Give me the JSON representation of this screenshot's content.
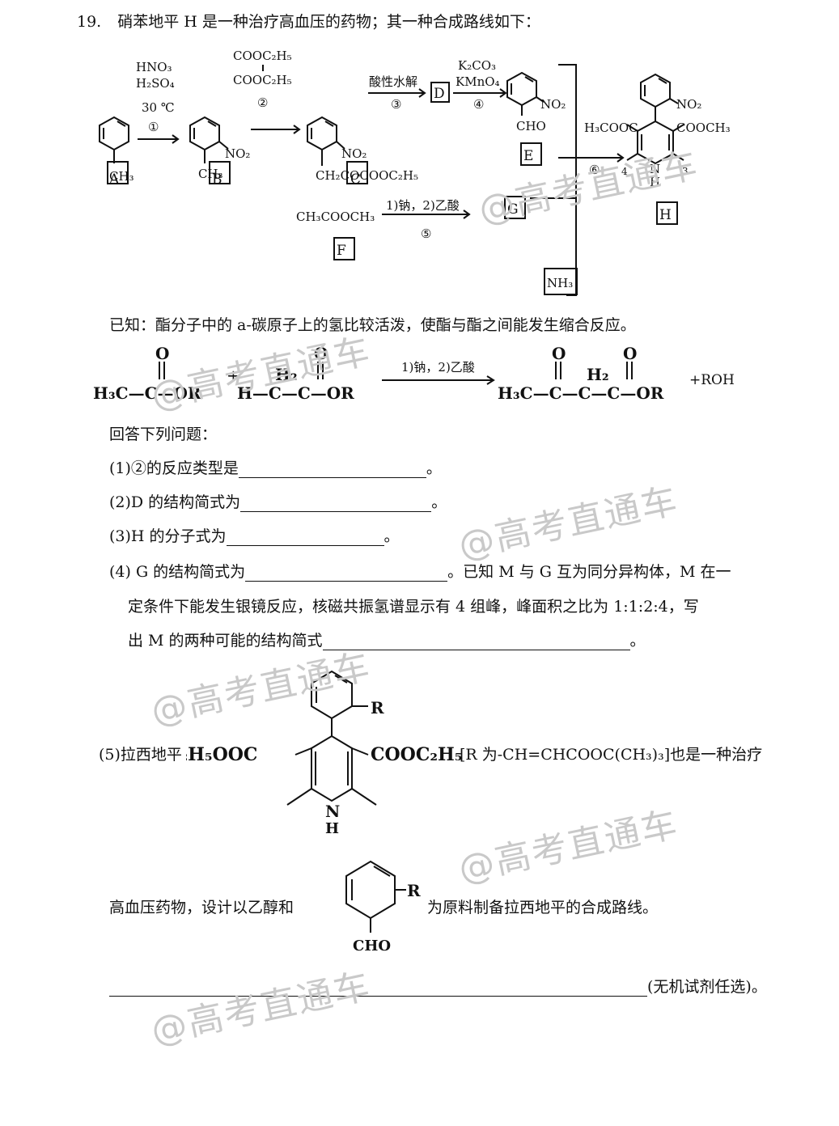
{
  "question": {
    "number": "19.",
    "stem": "硝苯地平 H 是一种治疗高血压的药物；其一种合成路线如下："
  },
  "scheme": {
    "labels": {
      "A": "A",
      "B": "B",
      "C": "C",
      "D": "D",
      "E": "E",
      "F": "F",
      "G": "G",
      "H": "H",
      "NH3": "NH₃"
    },
    "reagents": {
      "step1_top": "HNO₃",
      "step1_mid": "H₂SO₄",
      "step1_bot": "30 ℃",
      "step1_num": "①",
      "step2_top": "COOC₂H₅",
      "step2_mid": "COOC₂H₅",
      "step2_num": "②",
      "step3_top": "酸性水解",
      "step3_num": "③",
      "step4_top": "K₂CO₃",
      "step4_mid": "KMnO₄",
      "step4_num": "④",
      "step5_top": "1)钠，2)乙酸",
      "step5_num": "⑤",
      "step6_num": "⑥"
    },
    "compounds": {
      "A_sub": "CH₃",
      "B_sub": "CH₃",
      "B_no2": "NO₂",
      "C_no2": "NO₂",
      "C_sub": "CH₂COCOOC₂H₅",
      "E_no2": "NO₂",
      "E_sub": "CHO",
      "F_formula": "CH₃COOCH₃",
      "H_no2": "NO₂",
      "H_left": "H₃COOC",
      "H_right": "COOCH₃",
      "H_n": "N",
      "H_h": "H",
      "H_num4": "4",
      "H_num3": "3"
    }
  },
  "known": {
    "text": "已知：酯分子中的 a-碳原子上的氢比较活泼，使酯与酯之间能发生缩合反应。",
    "r1": "H₃C—C—OR",
    "plus": "+",
    "r2": "H—C—C—OR",
    "h2": "H₂",
    "o": "O",
    "conditions": "1)钠，2)乙酸",
    "product": "H₃C—C—C—C—OR",
    "byproduct": "+ROH"
  },
  "prompt": "回答下列问题：",
  "q1": {
    "pre": "(1)②的反应类型是",
    "post": "。"
  },
  "q2": {
    "pre": "(2)D 的结构简式为",
    "post": "。"
  },
  "q3": {
    "pre": "(3)H 的分子式为",
    "post": "。"
  },
  "q4": {
    "pre": "(4) G 的结构简式为",
    "post": "。已知 M 与 G 互为同分异构体，M 在一",
    "line2": "定条件下能发生银镜反应，核磁共振氢谱显示有 4 组峰，峰面积之比为 1:1:2:4，写",
    "line3_pre": "出 M 的两种可能的结构简式",
    "line3_post": "。"
  },
  "q5": {
    "pre": "(5)拉西地平",
    "left_group": "C₂H₅OOC",
    "right_group": "COOC₂H₅",
    "r_label": "R",
    "n_label": "N",
    "h_label": "H",
    "post": "[R 为-CH=CHCOOC(CH₃)₃]也是一种治疗",
    "line2_pre": "高血压药物，设计以乙醇和",
    "aldehyde_r": "R",
    "aldehyde_cho": "CHO",
    "line2_post": "为原料制备拉西地平的合成路线。",
    "tail": "(无机试剂任选)。"
  },
  "watermark": "@高考直通车"
}
